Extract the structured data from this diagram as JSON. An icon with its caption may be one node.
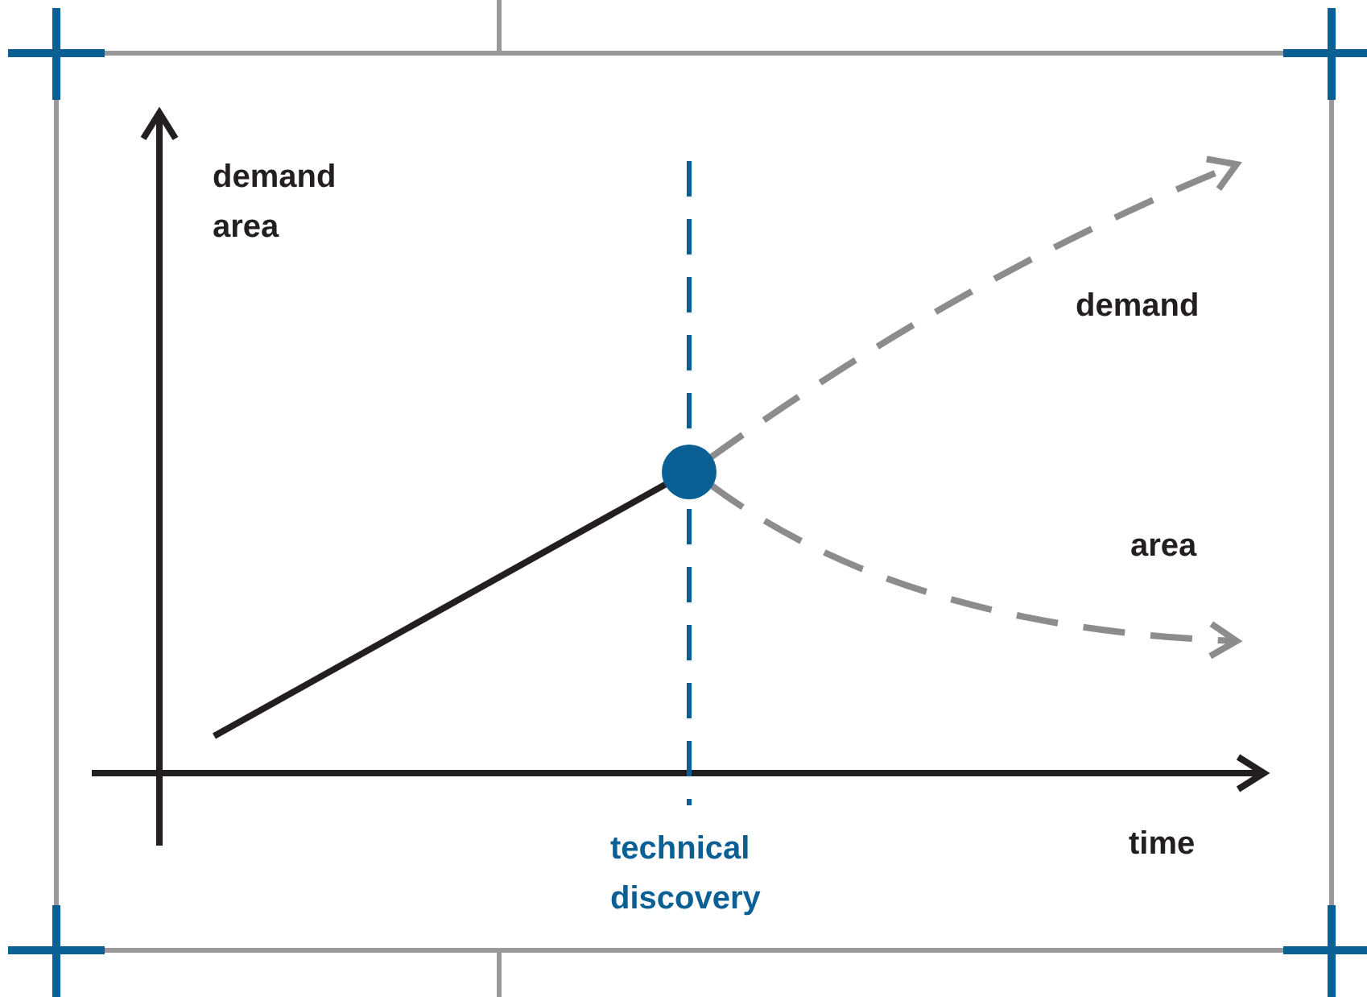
{
  "diagram": {
    "labels": [
      "demand area",
      "demand",
      "area",
      "technical discovery",
      "time"
    ]
  }
}
